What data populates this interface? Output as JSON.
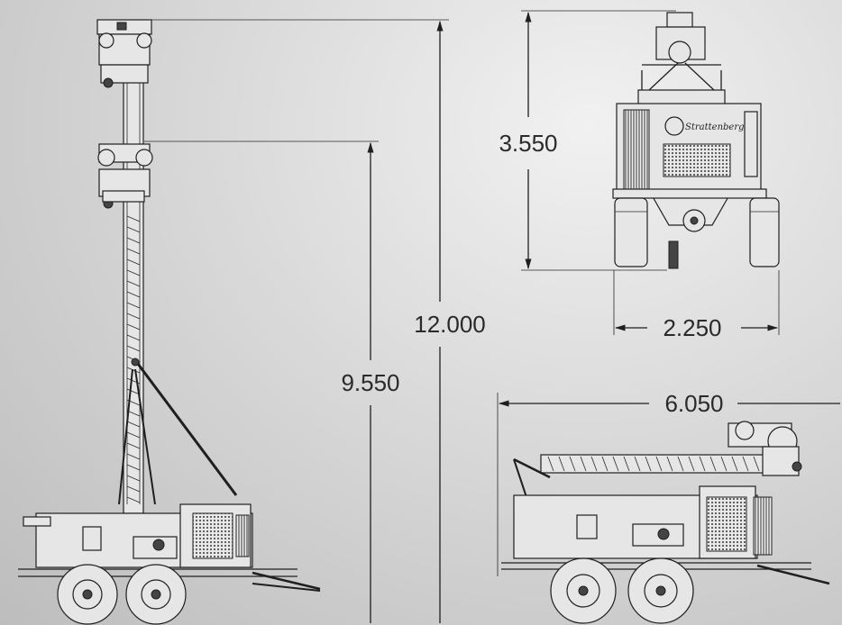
{
  "dimensions": {
    "upper_mast": "9.550",
    "overall_height": "12.000",
    "rear_height": "3.550",
    "rear_width": "2.250",
    "stowed_length": "6.050"
  },
  "logo": {
    "text": "Strattenberg"
  },
  "colors": {
    "ink": "#1f1f1f",
    "background": "#d9d9d9"
  }
}
